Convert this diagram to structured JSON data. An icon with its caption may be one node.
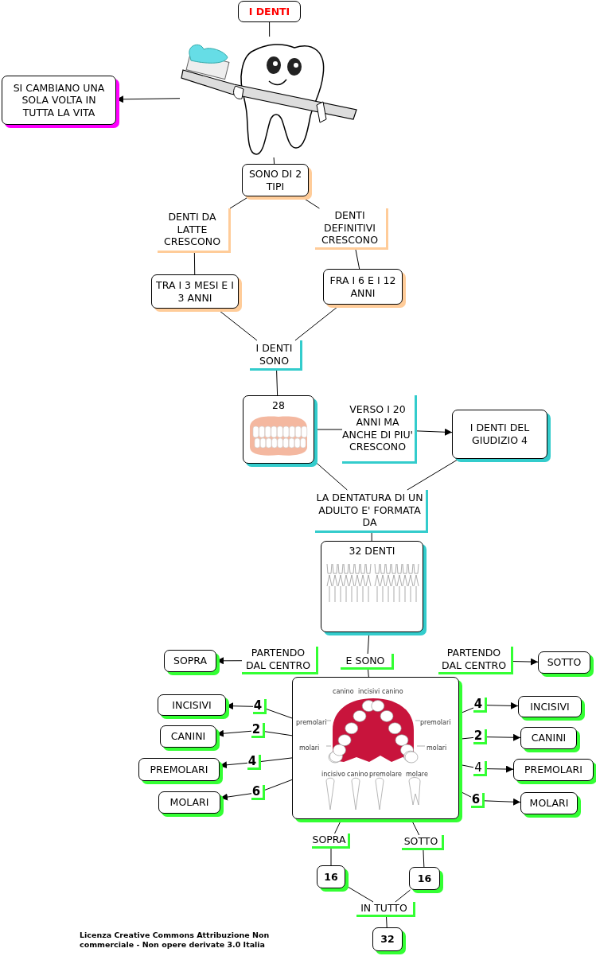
{
  "diagram": {
    "nodes": [
      {
        "text": [
          "I DENTI"
        ]
      },
      {
        "text": [],
        "shape": "picture"
      },
      {
        "text": [
          "SI CAMBIANO UNA SOLA VOLTA IN TUTTA LA VITA"
        ]
      },
      {
        "text": [
          "SONO DI 2 TIPI"
        ]
      },
      {
        "text": [
          "DENTI DA LATTE CRESCONO"
        ]
      },
      {
        "text": [
          "DENTI DEFINITIVI CRESCONO"
        ]
      },
      {
        "text": [
          "TRA I 3 MESI E I 3 ANNI"
        ]
      },
      {
        "text": [
          "FRA I 6 E I 12 ANNI"
        ]
      },
      {
        "text": [
          "I DENTI SONO"
        ]
      },
      {
        "text": [
          "28"
        ]
      },
      {
        "text": [
          "VERSO I 20 ANNI MA ANCHE DI PIU' CRESCONO"
        ]
      },
      {
        "text": [
          "I DENTI DEL GIUDIZIO 4"
        ]
      },
      {
        "text": [
          "LA DENTATURA DI UN ADULTO E' FORMATA DA"
        ]
      },
      {
        "text": [
          "32 DENTI"
        ]
      },
      {
        "text": [
          "E SONO"
        ]
      },
      {
        "text": [
          "canino",
          "incisivi",
          "canino",
          "premolari",
          "premolari",
          "molari",
          "molari",
          "incisivo",
          "canino",
          "premolare",
          "molare"
        ]
      },
      {
        "text": [
          "PARTENDO DAL CENTRO"
        ]
      },
      {
        "text": [
          "SOPRA"
        ]
      },
      {
        "text": [
          "PARTENDO DAL CENTRO"
        ]
      },
      {
        "text": [
          "SOTTO"
        ]
      },
      {
        "text": [
          "4"
        ]
      },
      {
        "text": [
          "INCISIVI"
        ]
      },
      {
        "text": [
          "2"
        ]
      },
      {
        "text": [
          "CANINI"
        ]
      },
      {
        "text": [
          "4"
        ]
      },
      {
        "text": [
          "PREMOLARI"
        ]
      },
      {
        "text": [
          "6"
        ]
      },
      {
        "text": [
          "MOLARI"
        ]
      },
      {
        "text": [
          "4"
        ]
      },
      {
        "text": [
          "INCISIVI"
        ]
      },
      {
        "text": [
          "2"
        ]
      },
      {
        "text": [
          "CANINI"
        ]
      },
      {
        "text": [
          "4"
        ]
      },
      {
        "text": [
          "PREMOLARI"
        ]
      },
      {
        "text": [
          "6"
        ]
      },
      {
        "text": [
          "MOLARI"
        ]
      },
      {
        "text": [
          "SOPRA"
        ]
      },
      {
        "text": [
          "SOTTO"
        ]
      },
      {
        "text": [
          "16"
        ]
      },
      {
        "text": [
          "16"
        ]
      },
      {
        "text": [
          "IN TUTTO"
        ]
      },
      {
        "text": [
          "32"
        ]
      }
    ],
    "edges": [
      {
        "from": 0,
        "to": 1,
        "arrow": "none"
      },
      {
        "from": 1,
        "to": 2,
        "arrow": "to"
      },
      {
        "from": 1,
        "to": 3,
        "arrow": "none"
      },
      {
        "from": 3,
        "to": 4,
        "arrow": "none"
      },
      {
        "from": 3,
        "to": 5,
        "arrow": "none"
      },
      {
        "from": 4,
        "to": 6,
        "arrow": "none"
      },
      {
        "from": 5,
        "to": 7,
        "arrow": "none"
      },
      {
        "from": 6,
        "to": 8,
        "arrow": "none"
      },
      {
        "from": 7,
        "to": 8,
        "arrow": "none"
      },
      {
        "from": 8,
        "to": 9,
        "arrow": "none"
      },
      {
        "from": 9,
        "to": 10,
        "arrow": "none"
      },
      {
        "from": 10,
        "to": 11,
        "arrow": "to"
      },
      {
        "from": 9,
        "to": 12,
        "arrow": "none"
      },
      {
        "from": 11,
        "to": 12,
        "arrow": "none"
      },
      {
        "from": 12,
        "to": 13,
        "arrow": "none"
      },
      {
        "from": 13,
        "to": 14,
        "arrow": "none"
      },
      {
        "from": 14,
        "to": 15,
        "arrow": "none"
      },
      {
        "from": 16,
        "to": 17,
        "arrow": "to"
      },
      {
        "from": 18,
        "to": 19,
        "arrow": "to"
      },
      {
        "from": 15,
        "to": 20,
        "arrow": "none"
      },
      {
        "from": 20,
        "to": 21,
        "arrow": "to"
      },
      {
        "from": 15,
        "to": 22,
        "arrow": "none"
      },
      {
        "from": 22,
        "to": 23,
        "arrow": "to"
      },
      {
        "from": 15,
        "to": 24,
        "arrow": "none"
      },
      {
        "from": 24,
        "to": 25,
        "arrow": "to"
      },
      {
        "from": 15,
        "to": 26,
        "arrow": "none"
      },
      {
        "from": 26,
        "to": 27,
        "arrow": "to"
      },
      {
        "from": 15,
        "to": 28,
        "arrow": "none"
      },
      {
        "from": 28,
        "to": 29,
        "arrow": "to"
      },
      {
        "from": 15,
        "to": 30,
        "arrow": "none"
      },
      {
        "from": 30,
        "to": 31,
        "arrow": "to"
      },
      {
        "from": 15,
        "to": 32,
        "arrow": "none"
      },
      {
        "from": 32,
        "to": 33,
        "arrow": "to"
      },
      {
        "from": 15,
        "to": 34,
        "arrow": "none"
      },
      {
        "from": 34,
        "to": 35,
        "arrow": "to"
      },
      {
        "from": 15,
        "to": 36,
        "arrow": "none"
      },
      {
        "from": 15,
        "to": 37,
        "arrow": "none"
      },
      {
        "from": 36,
        "to": 38,
        "arrow": "none"
      },
      {
        "from": 37,
        "to": 39,
        "arrow": "none"
      },
      {
        "from": 38,
        "to": 40,
        "arrow": "none"
      },
      {
        "from": 39,
        "to": 40,
        "arrow": "none"
      },
      {
        "from": 40,
        "to": 41,
        "arrow": "none"
      }
    ],
    "labels": [
      "Licenza Creative Commons Attribuzione Non commerciale - Non opere derivate 3.0 Italia"
    ]
  }
}
